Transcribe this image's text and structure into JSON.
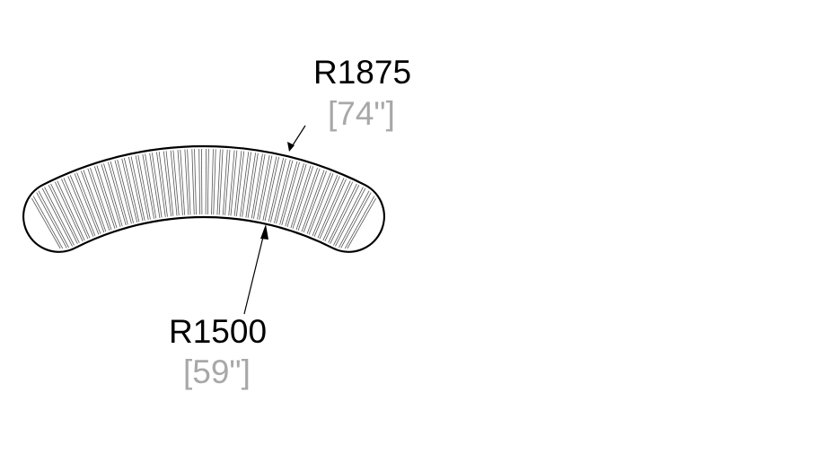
{
  "drawing": {
    "outer_radius": {
      "label": "R1875",
      "imperial": "[74\"]",
      "value_mm": 1875
    },
    "inner_radius": {
      "label": "R1500",
      "imperial": "[59\"]",
      "value_mm": 1500
    },
    "colors": {
      "line": "#000000",
      "imperial_text": "#a8a8a8"
    }
  }
}
